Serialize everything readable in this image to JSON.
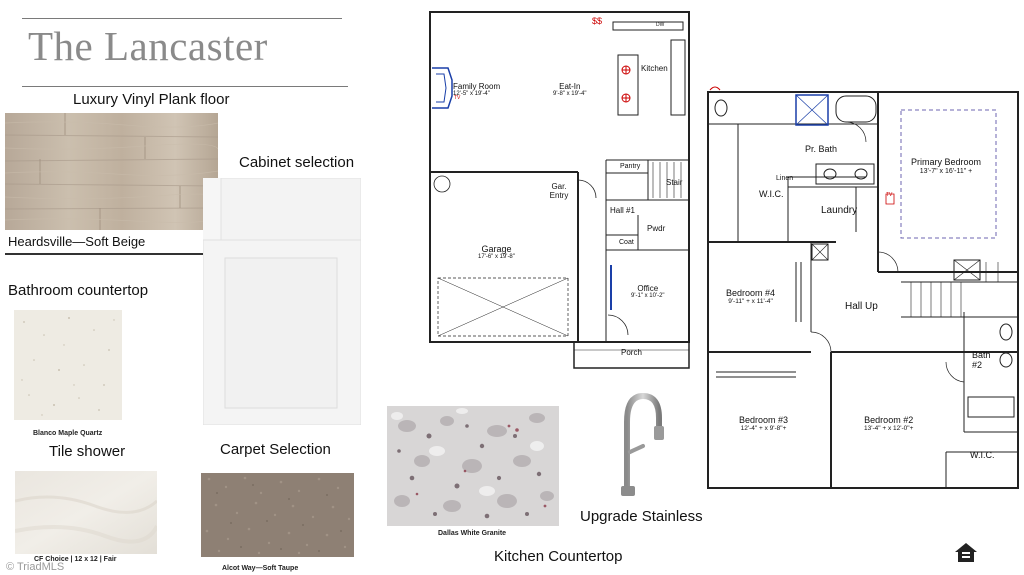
{
  "title": "The Lancaster",
  "sections": {
    "floor": "Luxury Vinyl Plank floor",
    "floor_caption": "Heardsville—Soft Beige",
    "cabinet": "Cabinet selection",
    "bath_counter": "Bathroom countertop",
    "bath_counter_caption": "Blanco Maple Quartz",
    "tile_shower": "Tile shower",
    "tile_caption": "CF Choice | 12 x 12 | Fair",
    "carpet": "Carpet Selection",
    "carpet_caption": "Alcot Way—Soft Taupe",
    "granite_caption": "Dallas White Granite",
    "faucet": "Upgrade Stainless",
    "kitchen_counter": "Kitchen Countertop"
  },
  "watermark": "© TriadMLS",
  "first_floor": {
    "rooms": [
      {
        "name": "Family Room",
        "dims": "12'-5\" x 19'-4\""
      },
      {
        "name": "Eat-In",
        "dims": "9'-8\" x 19'-4\""
      },
      {
        "name": "Kitchen",
        "dims": ""
      },
      {
        "name": "Pantry",
        "dims": ""
      },
      {
        "name": "Stair",
        "dims": ""
      },
      {
        "name": "Gar. Entry",
        "dims": ""
      },
      {
        "name": "Hall #1",
        "dims": ""
      },
      {
        "name": "Pwdr",
        "dims": ""
      },
      {
        "name": "Coat",
        "dims": ""
      },
      {
        "name": "Garage",
        "dims": "17'-6\" x 19'-8\""
      },
      {
        "name": "Office",
        "dims": "9'-1\" x 10'-2\""
      },
      {
        "name": "Porch",
        "dims": ""
      }
    ],
    "tags": {
      "dw": "DW",
      "tv": "TV"
    }
  },
  "second_floor": {
    "rooms": [
      {
        "name": "Pr. Bath",
        "dims": ""
      },
      {
        "name": "Primary Bedroom",
        "dims": "13'-7\" x 16'-11\" +"
      },
      {
        "name": "W.I.C.",
        "dims": ""
      },
      {
        "name": "Linen",
        "dims": ""
      },
      {
        "name": "Laundry",
        "dims": ""
      },
      {
        "name": "Bedroom #4",
        "dims": "9'-11\" + x 11'-4\""
      },
      {
        "name": "Hall Up",
        "dims": ""
      },
      {
        "name": "Bath #2",
        "dims": ""
      },
      {
        "name": "Bedroom #3",
        "dims": "12'-4\" + x 9'-8\"+"
      },
      {
        "name": "Bedroom #2",
        "dims": "13'-4\" + x 12'-0\"+"
      },
      {
        "name": "W.I.C.",
        "dims": ""
      }
    ],
    "tags": {
      "tv": "TV"
    }
  }
}
